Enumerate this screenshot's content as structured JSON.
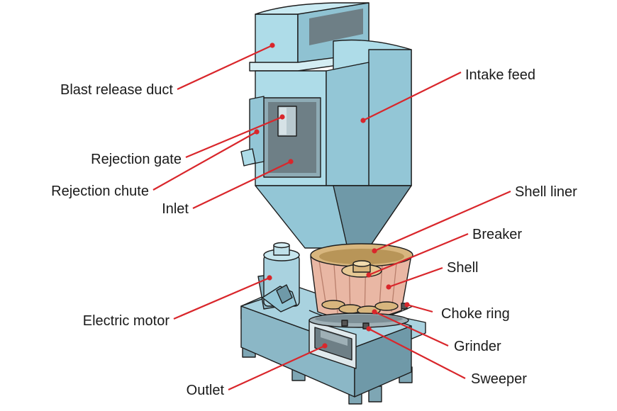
{
  "labels": {
    "blast_release_duct": "Blast release duct",
    "intake_feed": "Intake feed",
    "rejection_gate": "Rejection gate",
    "rejection_chute": "Rejection chute",
    "inlet": "Inlet",
    "shell_liner": "Shell liner",
    "breaker": "Breaker",
    "shell": "Shell",
    "choke_ring": "Choke ring",
    "electric_motor": "Electric motor",
    "grinder": "Grinder",
    "sweeper": "Sweeper",
    "outlet": "Outlet"
  },
  "colors": {
    "leader_line": "#d9262b",
    "duct_light": "#aedce8",
    "duct_mid": "#93c6d6",
    "duct_dark": "#6f99a8",
    "opening_dark": "#6e7f86",
    "base_front": "#8bb7c6",
    "base_top": "#a9d2df",
    "liner_gold": "#d8b67e",
    "shell_pink": "#e9b7a4"
  }
}
